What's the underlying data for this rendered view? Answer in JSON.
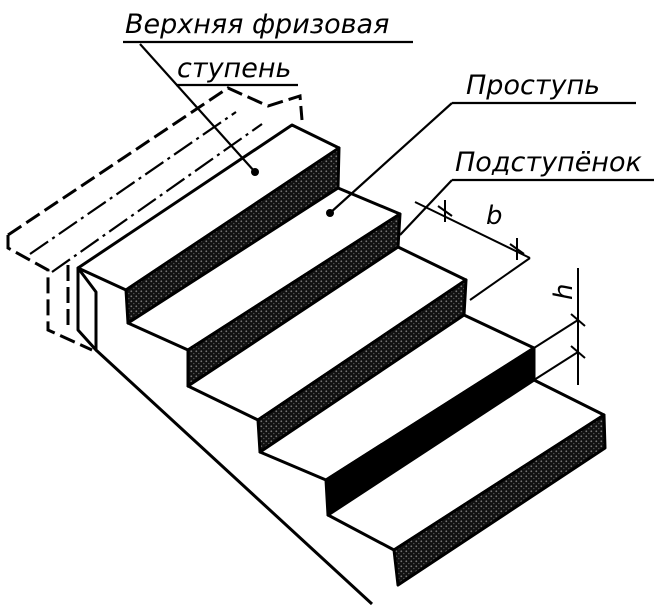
{
  "labels": {
    "top_step_line1": "Верхняя фризовая",
    "top_step_line2": "ступень",
    "tread": "Проступь",
    "riser": "Подступёнок",
    "dim_b": "b",
    "dim_h": "h"
  },
  "colors": {
    "ink": "#000000",
    "paper": "#ffffff"
  }
}
